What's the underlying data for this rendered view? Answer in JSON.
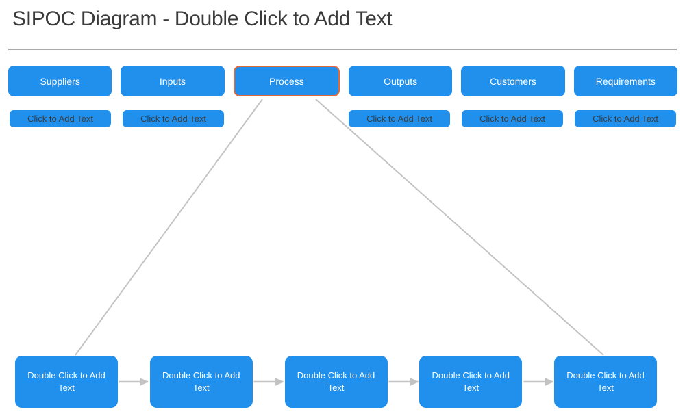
{
  "title": "SIPOC Diagram - Double Click to Add Text",
  "columns": [
    {
      "header": "Suppliers",
      "placeholder": "Click to Add Text"
    },
    {
      "header": "Inputs",
      "placeholder": "Click to Add Text"
    },
    {
      "header": "Process",
      "selected": true
    },
    {
      "header": "Outputs",
      "placeholder": "Click to Add Text"
    },
    {
      "header": "Customers",
      "placeholder": "Click to Add Text"
    },
    {
      "header": "Requirements",
      "placeholder": "Click to Add Text"
    }
  ],
  "process_steps": [
    {
      "label": "Double Click to Add Text"
    },
    {
      "label": "Double Click to Add Text"
    },
    {
      "label": "Double Click to Add Text"
    },
    {
      "label": "Double Click to Add Text"
    },
    {
      "label": "Double Click to Add Text"
    }
  ],
  "colors": {
    "box_fill": "#2190EC",
    "selected_outline": "#DE6A3C",
    "connector": "#C3C3C3",
    "title_text": "#3A3A3A",
    "divider": "#A9A9A9",
    "placeholder_text": "#3B3B3B",
    "box_text": "#FFFFFF"
  }
}
